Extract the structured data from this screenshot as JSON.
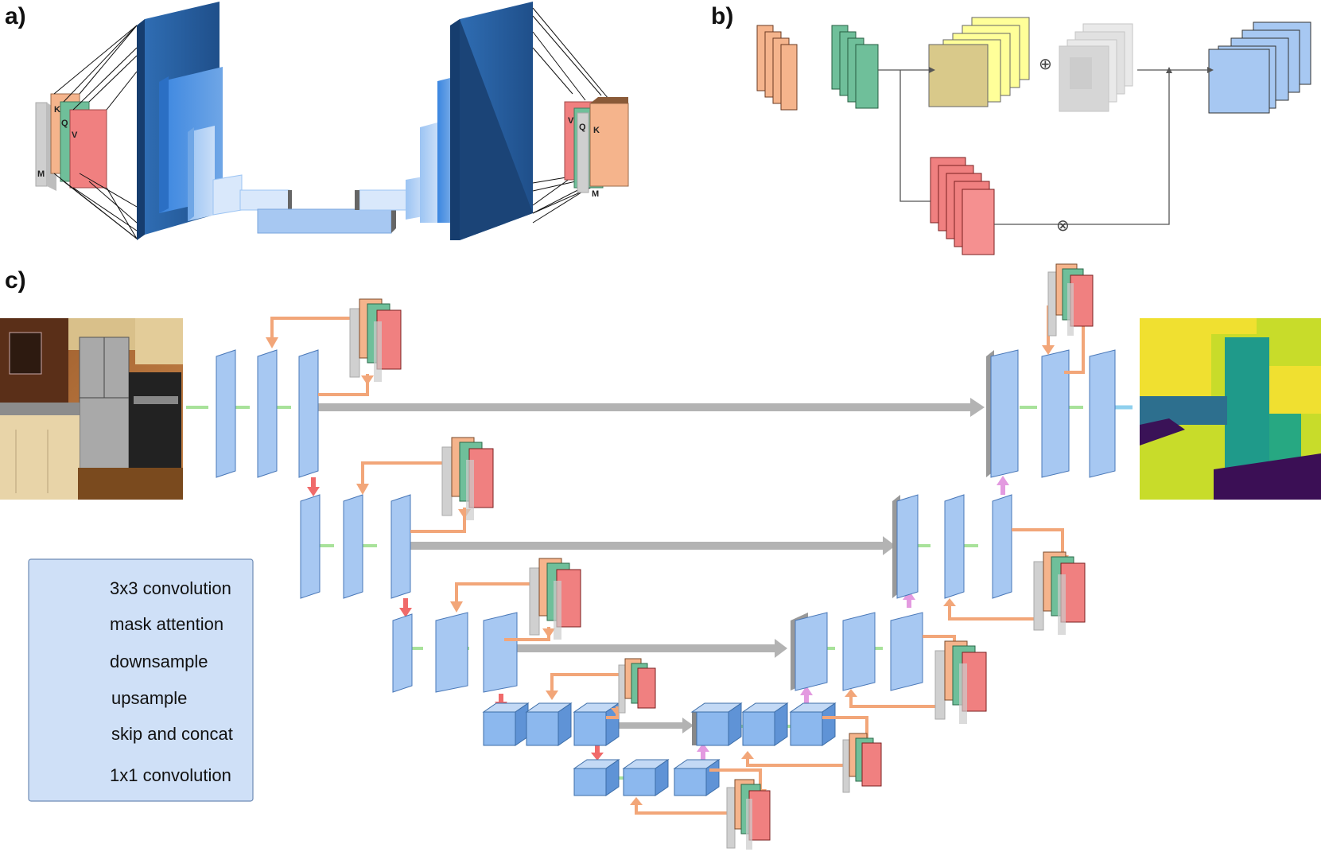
{
  "panels": {
    "a": "a)",
    "b": "b)",
    "c": "c)"
  },
  "panel_a": {
    "enc_labels": {
      "k": "K",
      "q": "Q",
      "v": "V",
      "m": "M"
    },
    "dec_labels": {
      "v": "V",
      "q": "Q",
      "k": "K",
      "m": "M"
    }
  },
  "panel_b": {
    "add_symbol": "⊕",
    "mul_symbol": "⊗"
  },
  "legend": {
    "conv3": "3x3 convolution",
    "mask_attention": "mask attention",
    "downsample": "downsample",
    "upsample": "upsample",
    "skip": "skip and concat",
    "conv1": "1x1 convolution"
  },
  "colors": {
    "conv_block": "#a7c8f2",
    "attn_arrow": "#f2a679",
    "down_arrow": "#f06a6a",
    "up_arrow": "#e39ae0",
    "conv3_arrow": "#a8e29a",
    "conv1_arrow": "#8fd0ee",
    "skip_arrow": "#b3b3b3",
    "key": "#f5b48c",
    "query": "#6fbf9a",
    "value": "#f08080",
    "mask": "#cccccc"
  },
  "icons": {
    "input_image": "kitchen-photo",
    "output_image": "segmentation-map"
  }
}
